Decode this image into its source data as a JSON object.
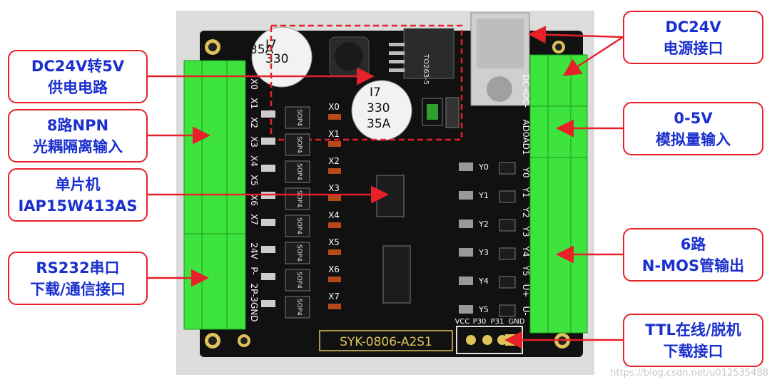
{
  "board": {
    "model": "SYK-0806-A2S1",
    "components": {
      "regulator": "TO263-5",
      "cap1": [
        "I7",
        "330",
        "35A"
      ],
      "cap2": [
        "I7",
        "330",
        "35A"
      ],
      "opto_package": "SOP4",
      "inputs": [
        "X0",
        "X1",
        "X2",
        "X3",
        "X4",
        "X5",
        "X6",
        "X7"
      ],
      "left_terminal_pins": [
        "X0",
        "X1",
        "X2",
        "X3",
        "X4",
        "X5",
        "X6",
        "X7",
        "24V",
        "P-",
        "2P-",
        "3GND"
      ],
      "right_terminal_pins": [
        "DC+",
        "DC-",
        "AD0",
        "AD1",
        "Y0",
        "Y1",
        "Y2",
        "Y3",
        "Y4",
        "Y5",
        "U+",
        "U-"
      ],
      "outputs": [
        "Y0",
        "Y1",
        "Y2",
        "Y3",
        "Y4",
        "Y5"
      ],
      "ttl_pins": [
        "VCC",
        "P30",
        "P31",
        "GND"
      ]
    }
  },
  "callouts": {
    "dc_power_circuit": [
      "DC24V转5V",
      "供电电路"
    ],
    "npn_input": [
      "8路NPN",
      "光耦隔离输入"
    ],
    "mcu": [
      "单片机",
      "IAP15W413AS"
    ],
    "rs232": [
      "RS232串口",
      "下载/通信接口"
    ],
    "dc_power_in": [
      "DC24V",
      "电源接口"
    ],
    "analog_in": [
      "0-5V",
      "模拟量输入"
    ],
    "nmos_out": [
      "6路",
      "N-MOS管输出"
    ],
    "ttl": [
      "TTL在线/脱机",
      "下载接口"
    ]
  },
  "colors": {
    "callout_border": "#e8202a",
    "callout_text": "#1a2fcf",
    "arrow": "#e8202a",
    "pcb": "#111111",
    "terminal": "#3ee43e",
    "silk": "#ffffff",
    "highlight_box": "#e8202a"
  },
  "watermark": "https://blog.csdn.net/u012535488"
}
